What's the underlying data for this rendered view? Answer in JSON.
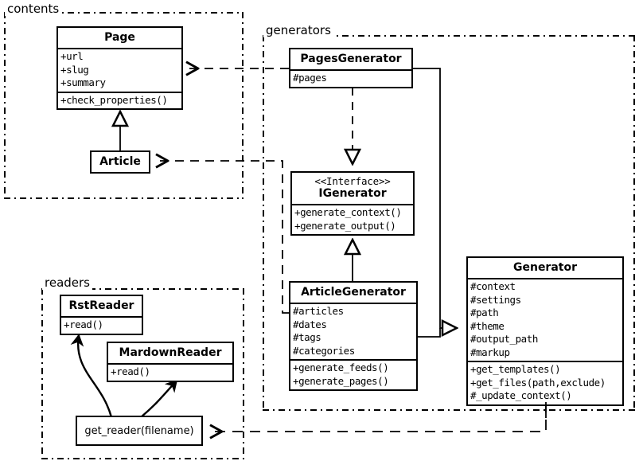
{
  "diagram": {
    "title": "Pelican UML class diagram",
    "type": "uml-class-diagram",
    "colors": {
      "stroke": "#000000",
      "fill": "#ffffff"
    }
  },
  "packages": [
    {
      "id": "contents",
      "label": "contents"
    },
    {
      "id": "generators",
      "label": "generators"
    },
    {
      "id": "readers",
      "label": "readers"
    }
  ],
  "classes": {
    "page": {
      "name": "Page",
      "attributes": [
        "+url",
        "+slug",
        "+summary"
      ],
      "operations": [
        "+check_properties()"
      ]
    },
    "article": {
      "name": "Article",
      "attributes": [],
      "operations": []
    },
    "pages_generator": {
      "name": "PagesGenerator",
      "attributes": [
        "#pages"
      ],
      "operations": []
    },
    "igenerator": {
      "stereotype": "<<Interface>>",
      "name": "IGenerator",
      "attributes": [],
      "operations": [
        "+generate_context()",
        "+generate_output()"
      ]
    },
    "article_generator": {
      "name": "ArticleGenerator",
      "attributes": [
        "#articles",
        "#dates",
        "#tags",
        "#categories"
      ],
      "operations": [
        "+generate_feeds()",
        "+generate_pages()"
      ]
    },
    "generator": {
      "name": "Generator",
      "attributes": [
        "#context",
        "#settings",
        "#path",
        "#theme",
        "#output_path",
        "#markup"
      ],
      "operations": [
        "+get_templates()",
        "+get_files(path,exclude)",
        "#_update_context()"
      ]
    },
    "rst_reader": {
      "name": "RstReader",
      "attributes": [],
      "operations": [
        "+read()"
      ]
    },
    "mardown_reader": {
      "name": "MardownReader",
      "attributes": [],
      "operations": [
        "+read()"
      ]
    },
    "get_reader": {
      "name": "get_reader(filename)"
    }
  },
  "relationships": [
    {
      "from": "article",
      "to": "page",
      "type": "generalization",
      "style": "solid",
      "arrow": "hollow-triangle"
    },
    {
      "from": "pages_generator",
      "to": "page",
      "type": "dependency",
      "style": "dashed",
      "arrow": "open"
    },
    {
      "from": "article_generator",
      "to": "article",
      "type": "dependency",
      "style": "dashed",
      "arrow": "open"
    },
    {
      "from": "pages_generator",
      "to": "igenerator",
      "type": "realization",
      "style": "dashed",
      "arrow": "hollow-triangle"
    },
    {
      "from": "article_generator",
      "to": "igenerator",
      "type": "realization",
      "style": "solid",
      "arrow": "hollow-triangle"
    },
    {
      "from": "pages_generator",
      "to": "generator",
      "type": "generalization",
      "style": "solid",
      "arrow": "hollow-triangle"
    },
    {
      "from": "article_generator",
      "to": "generator",
      "type": "generalization",
      "style": "solid",
      "arrow": "hollow-triangle"
    },
    {
      "from": "generator",
      "to": "get_reader",
      "type": "dependency",
      "style": "dashed",
      "arrow": "open"
    },
    {
      "from": "get_reader",
      "to": "rst_reader",
      "type": "call",
      "style": "curved-solid",
      "arrow": "filled"
    },
    {
      "from": "get_reader",
      "to": "mardown_reader",
      "type": "call",
      "style": "curved-solid",
      "arrow": "filled"
    }
  ]
}
